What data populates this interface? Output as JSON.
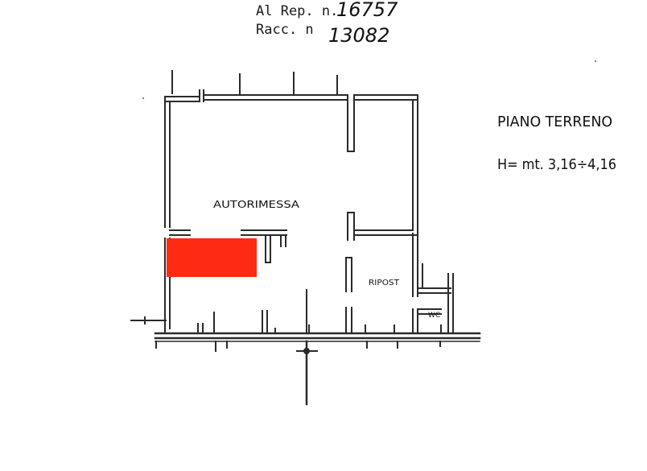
{
  "header": {
    "rep_prefix": "Al Rep. n.",
    "rep_number": "16757",
    "racc_prefix": "Racc. n",
    "racc_number": "13082"
  },
  "legend": {
    "floor_label": "PIANO TERRENO",
    "height_label": "H= mt. 3,16÷4,16"
  },
  "rooms": {
    "main_room": "AUTORIMESSA",
    "storage": "RIPOST",
    "wc": "WC"
  },
  "colors": {
    "wall": "#2a2a2a",
    "highlight": "#ff2a12"
  }
}
